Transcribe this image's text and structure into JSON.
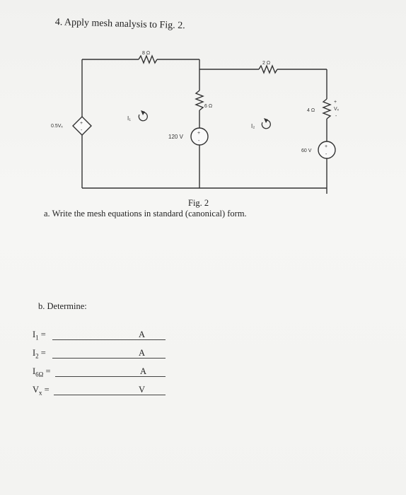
{
  "question": {
    "title": "4. Apply mesh analysis to Fig. 2."
  },
  "figure": {
    "caption": "Fig. 2",
    "labels": {
      "r8": "8 Ω",
      "r2": "2 Ω",
      "r6": "6 Ω",
      "r4": "4 Ω",
      "i1": "I₁",
      "i2": "I₂",
      "dep_source": "0.5Vₓ",
      "v120": "120 V",
      "v60": "60 V",
      "vx": "Vₓ",
      "plus": "+",
      "minus": "-"
    }
  },
  "part_a": {
    "text": "a. Write the mesh equations in standard (canonical) form."
  },
  "part_b": {
    "heading": "b. Determine:",
    "rows": [
      {
        "label": "I",
        "sub": "1",
        "suffix": " =",
        "unit": "A"
      },
      {
        "label": "I",
        "sub": "2",
        "suffix": " =",
        "unit": "A"
      },
      {
        "label": "I",
        "sub": "6Ω",
        "suffix": " =",
        "unit": "A"
      },
      {
        "label": "V",
        "sub": "x",
        "suffix": " =",
        "unit": "V"
      }
    ]
  }
}
